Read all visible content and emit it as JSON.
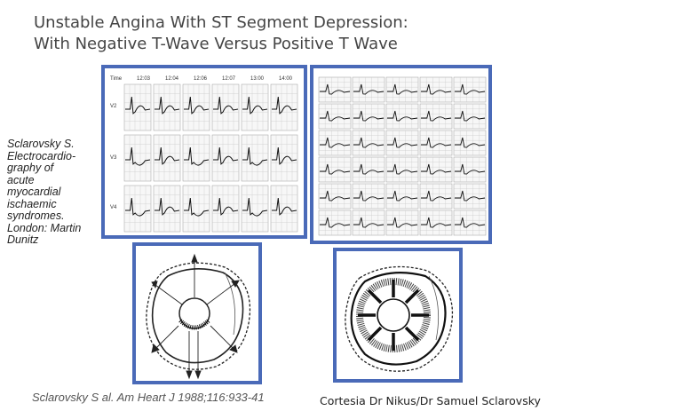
{
  "slide": {
    "title_line1": "Unstable Angina With ST Segment Depression:",
    "title_line2": "With Negative T-Wave Versus Positive T Wave",
    "side_reference": [
      "Sclarovsky S.",
      "Electrocardio-",
      "graphy of",
      "acute",
      "myocardial",
      "ischaemic",
      "syndromes.",
      "London: Martin",
      "Dunitz"
    ],
    "citation": "Sclarovsky S al.  Am Heart J  1988;116:933-41",
    "credit": "Cortesia Dr Nikus/Dr Samuel Sclarovsky"
  },
  "ecg_left": {
    "time_label": "Time",
    "times": [
      "12:03",
      "12:04",
      "12:06",
      "12:07",
      "13:00",
      "14:00"
    ],
    "leads": [
      "V2",
      "V3",
      "V4"
    ]
  },
  "colors": {
    "frame": "#4a6ab8",
    "title": "#444444"
  }
}
